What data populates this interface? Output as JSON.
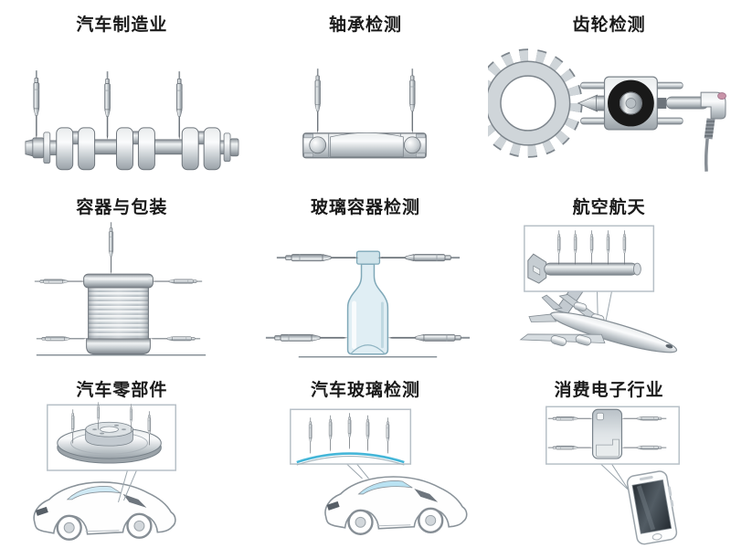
{
  "page": {
    "background": "#ffffff"
  },
  "colors": {
    "label_text": "#1a1a1a",
    "metal_light": "#e9eced",
    "metal_dark": "#7b838a",
    "outline": "#6d747b",
    "glass_blue": "#e0eef4",
    "windshield_arc_blue": "#45b6d8",
    "sensor_ring_black": "#191919",
    "connector_pink": "#c893a8",
    "inset_border": "#b7c0c7"
  },
  "grid": {
    "cells": [
      {
        "label": "汽车制造业",
        "illustration": "crankshaft-with-three-probes"
      },
      {
        "label": "轴承检测",
        "illustration": "bearing-with-two-probes"
      },
      {
        "label": "齿轮检测",
        "illustration": "gear-with-probe-sensor"
      },
      {
        "label": "容器与包装",
        "illustration": "metal-can-with-five-probes"
      },
      {
        "label": "玻璃容器检测",
        "illustration": "glass-bottle-with-four-probes"
      },
      {
        "label": "航空航天",
        "illustration": "aircraft-stringer-probes-inset-with-airplane"
      },
      {
        "label": "汽车零部件",
        "illustration": "brake-disc-probes-inset-with-car"
      },
      {
        "label": "汽车玻璃检测",
        "illustration": "windshield-probes-inset-with-car"
      },
      {
        "label": "消费电子行业",
        "illustration": "phone-cover-probes-inset-with-smartphone"
      }
    ]
  }
}
